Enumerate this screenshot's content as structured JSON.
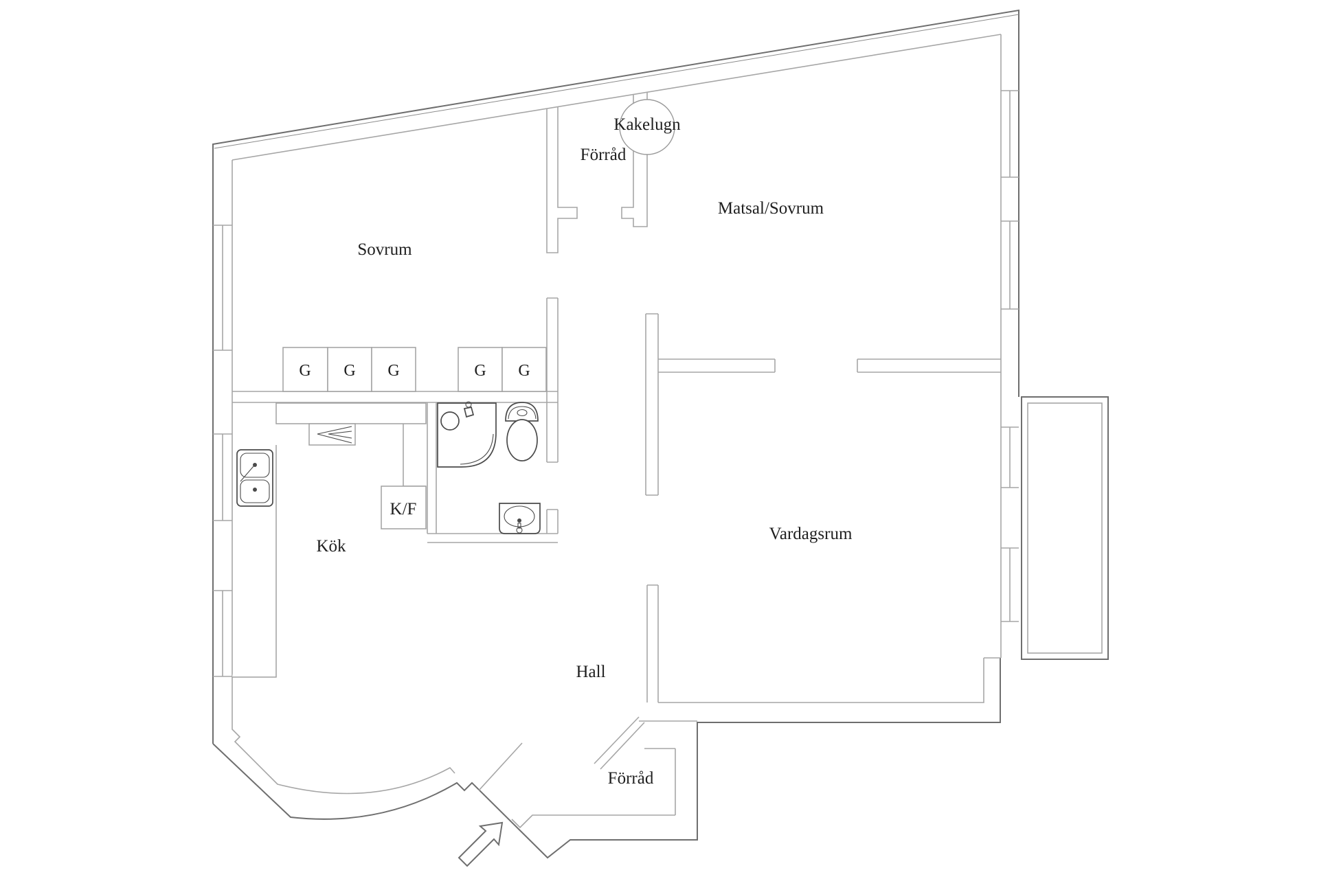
{
  "document_type": "apartment-floor-plan",
  "colors": {
    "background": "#ffffff",
    "interior_wall": "#a6a6a6",
    "exterior_wall": "#6e6e6e",
    "fixture_outline": "#4a4a4a",
    "cabinet_outline": "#a0a0a0",
    "label_text": "#1f1f1f"
  },
  "labels": {
    "sovrum": "Sovrum",
    "forrad_top": "Förråd",
    "kakelugn": "Kakelugn",
    "matsal": "Matsal/Sovrum",
    "vardagsrum": "Vardagsrum",
    "kok": "Kök",
    "kf": "K/F",
    "hall": "Hall",
    "forrad_bottom": "Förråd",
    "wardrobe": "G"
  },
  "features": {
    "wardrobe_count": 5,
    "windows_left_wall": 3,
    "windows_right_wall": 4,
    "balcony": true,
    "entrance_arrow_direction": "north-east",
    "fixtures": [
      "kitchen-sink",
      "stove",
      "fridge-freezer",
      "shower",
      "toilet",
      "washbasin",
      "tiled-stove"
    ]
  }
}
